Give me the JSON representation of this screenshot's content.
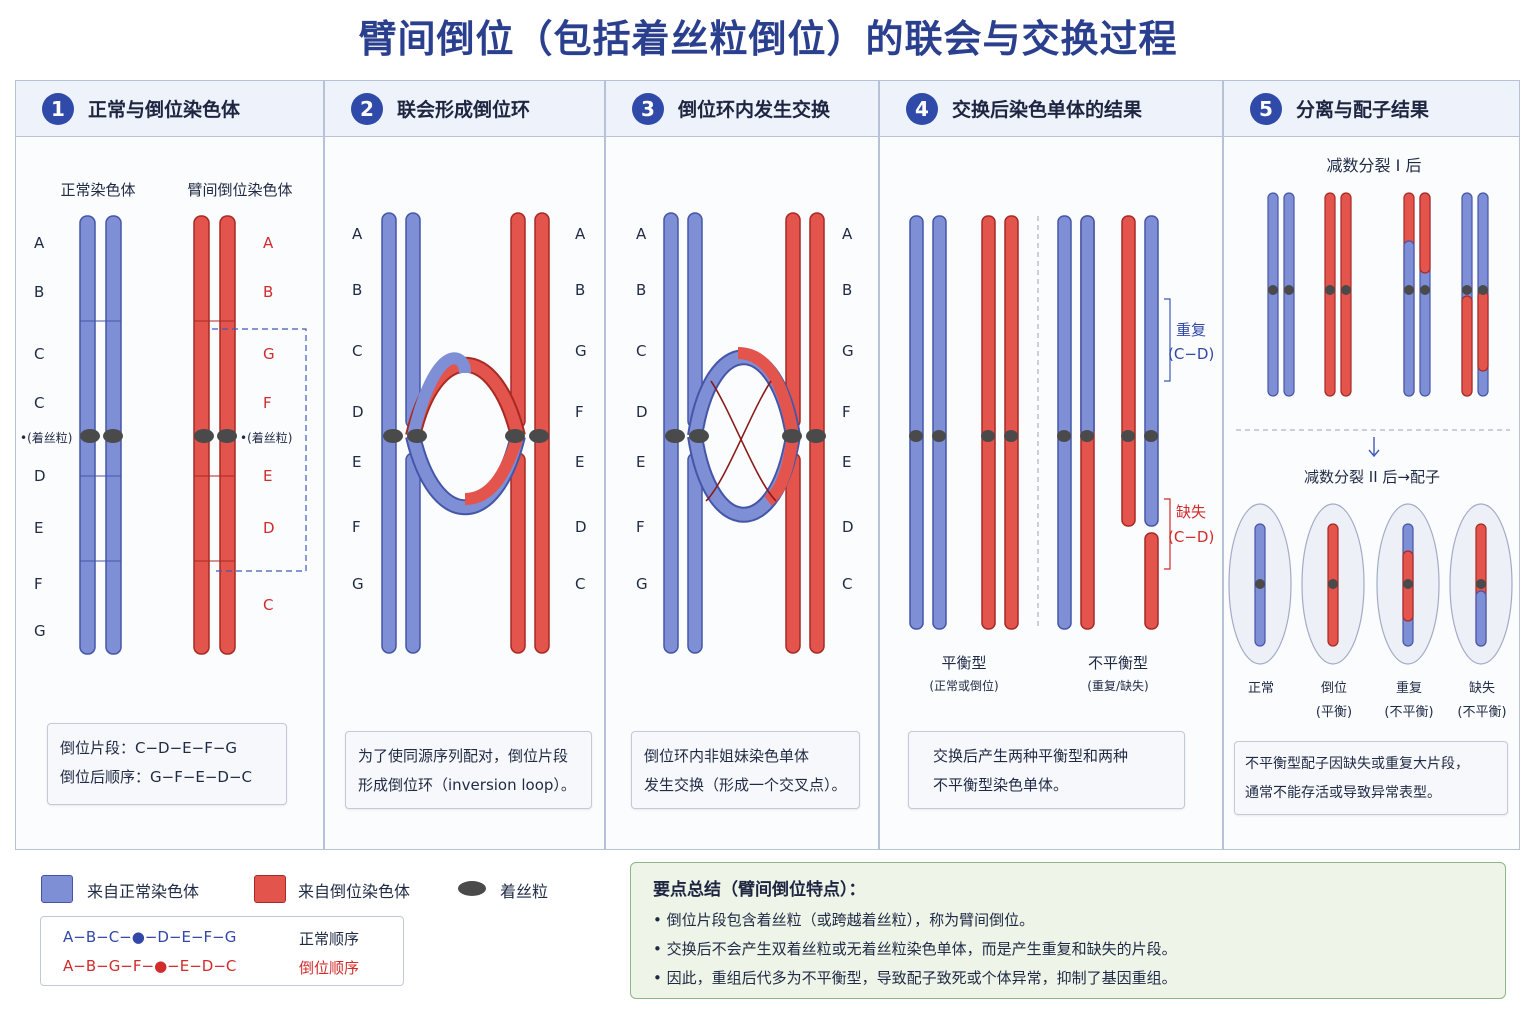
{
  "title": "臂间倒位（包括着丝粒倒位）的联会与交换过程",
  "colors": {
    "normal": "#7f8fd6",
    "inverted": "#e2544c",
    "centromere": "#4a4a4a",
    "accent": "#2f4aa8",
    "summary_bg": "#eef4e8"
  },
  "panels": [
    {
      "num": "1",
      "title": "正常与倒位染色体",
      "normal_heading": "正常染色体",
      "inverted_heading": "臂间倒位染色体",
      "normal_labels": [
        "A",
        "B",
        "C",
        "C",
        "•(着丝粒)",
        "D",
        "E",
        "F",
        "G"
      ],
      "inverted_labels": [
        "A",
        "B",
        "G",
        "F",
        "•(着丝粒)",
        "E",
        "D",
        "C"
      ],
      "note": [
        "倒位片段：C−D−E−F−G",
        "倒位后顺序：G−F−E−D−C"
      ]
    },
    {
      "num": "2",
      "title": "联会形成倒位环",
      "left_labels": [
        "A",
        "B",
        "C",
        "D",
        "E",
        "F",
        "G"
      ],
      "right_labels": [
        "A",
        "B",
        "G",
        "F",
        "E",
        "D",
        "C"
      ],
      "note": [
        "为了使同源序列配对，倒位片段",
        "形成倒位环（inversion loop）。"
      ]
    },
    {
      "num": "3",
      "title": "倒位环内发生交换",
      "left_labels": [
        "A",
        "B",
        "C",
        "D",
        "E",
        "F",
        "G"
      ],
      "right_labels": [
        "A",
        "B",
        "G",
        "F",
        "E",
        "D",
        "C"
      ],
      "note": [
        "倒位环内非姐妹染色单体",
        "发生交换（形成一个交叉点）。"
      ]
    },
    {
      "num": "4",
      "title": "交换后染色单体的结果",
      "dup_label": "重复",
      "dup_range": "(C−D)",
      "del_label": "缺失",
      "del_range": "(C−D)",
      "balanced": "平衡型",
      "balanced_sub": "(正常或倒位)",
      "unbalanced": "不平衡型",
      "unbalanced_sub": "(重复/缺失)",
      "note": [
        "交换后产生两种平衡型和两种",
        "不平衡型染色单体。"
      ]
    },
    {
      "num": "5",
      "title": "分离与配子结果",
      "meiosis1": "减数分裂 I 后",
      "meiosis2": "减数分裂 II 后→配子",
      "gametes": [
        {
          "name": "正常",
          "sub": ""
        },
        {
          "name": "倒位",
          "sub": "(平衡)"
        },
        {
          "name": "重复",
          "sub": "(不平衡)"
        },
        {
          "name": "缺失",
          "sub": "(不平衡)"
        }
      ],
      "note": [
        "不平衡型配子因缺失或重复大片段，",
        "通常不能存活或导致异常表型。"
      ]
    }
  ],
  "legend": {
    "normal": "来自正常染色体",
    "inverted": "来自倒位染色体",
    "centromere": "着丝粒",
    "normal_seq": "A−B−C−●−D−E−F−G",
    "normal_seq_label": "正常顺序",
    "inverted_seq": "A−B−G−F−●−E−D−C",
    "inverted_seq_label": "倒位顺序"
  },
  "summary": {
    "title": "要点总结（臂间倒位特点）：",
    "items": [
      "倒位片段包含着丝粒（或跨越着丝粒），称为臂间倒位。",
      "交换后不会产生双着丝粒或无着丝粒染色单体，而是产生重复和缺失的片段。",
      "因此，重组后代多为不平衡型，导致配子致死或个体异常，抑制了基因重组。"
    ]
  }
}
